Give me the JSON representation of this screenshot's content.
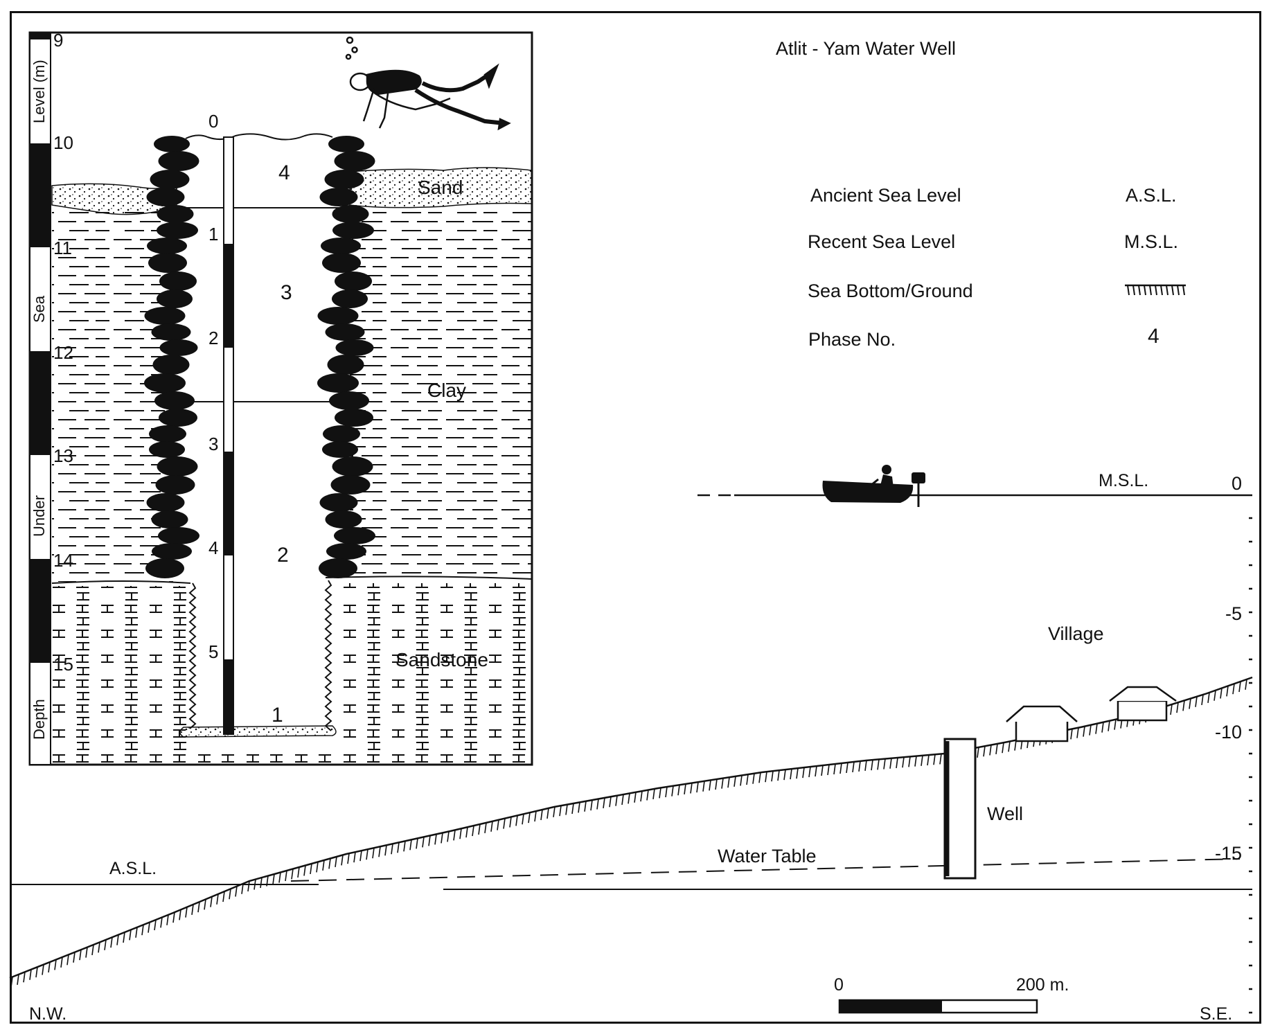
{
  "title": "Atlit - Yam Water Well",
  "legend": {
    "rows": [
      {
        "label": "Ancient Sea Level",
        "symbol": "A.S.L."
      },
      {
        "label": "Recent Sea Level",
        "symbol": "M.S.L."
      },
      {
        "label": "Sea Bottom/Ground",
        "symbol": "hatched-line"
      },
      {
        "label": "Phase No.",
        "symbol": "4"
      }
    ]
  },
  "inset": {
    "depth_scale_label": [
      "Level (m)",
      "Sea",
      "Under",
      "Depth"
    ],
    "depth_ticks": [
      "9",
      "10",
      "11",
      "12",
      "13",
      "14",
      "15"
    ],
    "ruler_ticks": [
      "0",
      "1",
      "2",
      "3",
      "4",
      "5"
    ],
    "phases": [
      "4",
      "3",
      "2",
      "1"
    ],
    "strata": [
      "Sand",
      "Clay",
      "Sandstone"
    ]
  },
  "profile": {
    "labels": {
      "msl": "M.S.L.",
      "asl": "A.S.L.",
      "water_table": "Water Table",
      "well": "Well",
      "village": "Village",
      "nw": "N.W.",
      "se": "S.E."
    },
    "depth_ticks": [
      "0",
      "-5",
      "-10",
      "-15"
    ],
    "scale_bar": {
      "start": "0",
      "end": "200 m."
    }
  }
}
